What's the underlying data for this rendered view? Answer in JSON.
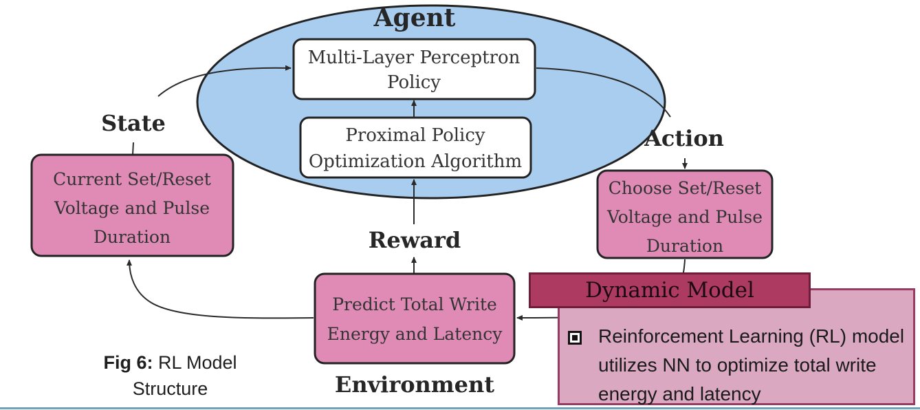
{
  "diagram": {
    "agent_label": "Agent",
    "mlp_box": [
      "Multi-Layer Perceptron",
      "Policy"
    ],
    "ppo_box": [
      "Proximal Policy",
      "Optimization Algorithm"
    ],
    "state_label": "State",
    "action_label": "Action",
    "reward_label": "Reward",
    "environment_label": "Environment",
    "current_box": [
      "Current Set/Reset",
      "Voltage and Pulse",
      "Duration"
    ],
    "choose_box": [
      "Choose Set/Reset",
      "Voltage and Pulse",
      "Duration"
    ],
    "predict_box": [
      "Predict Total Write",
      "Energy and Latency"
    ]
  },
  "caption": {
    "prefix": "Fig 6:",
    "text": "RL Model",
    "line2": "Structure"
  },
  "callout": {
    "title": "Dynamic Model",
    "bullet": "Reinforcement Learning (RL) model utilizes NN to optimize total write energy and latency"
  },
  "colors": {
    "ellipse": "#a9cdef",
    "pink_box": "#e08bb6",
    "callout_bg": "#dba8c2",
    "callout_title_bg": "#ad3a60"
  }
}
